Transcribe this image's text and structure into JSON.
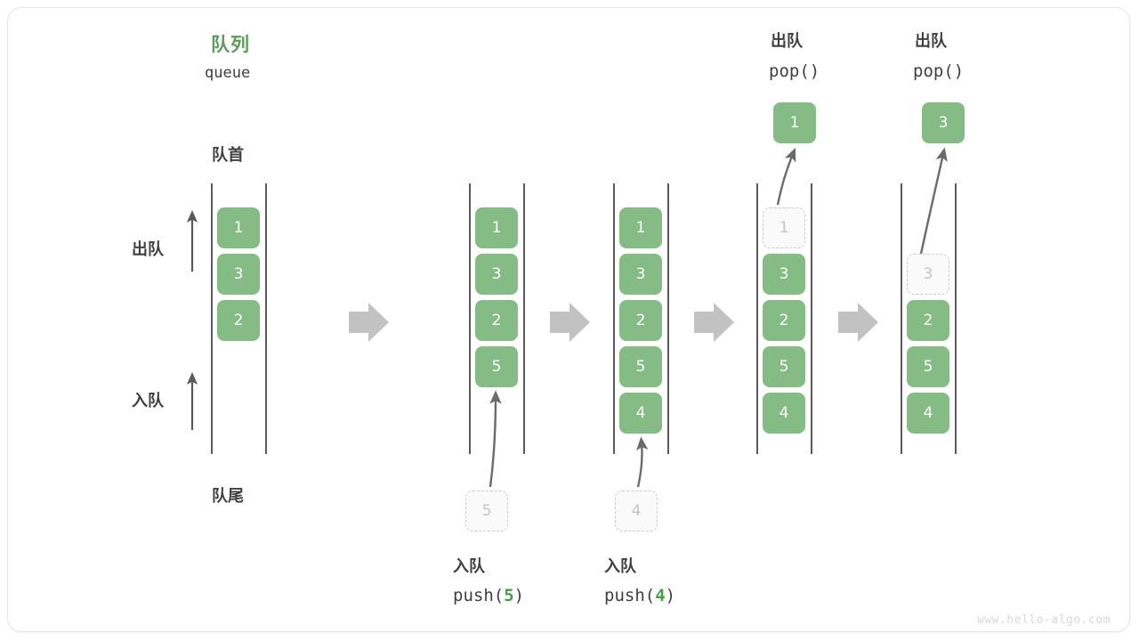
{
  "diagram": {
    "title_cjk": "队列",
    "title_en": "queue",
    "front_label": "队首",
    "rear_label": "队尾",
    "dequeue_label": "出队",
    "enqueue_label": "入队",
    "watermark": "www.hello-algo.com",
    "accent_green": "#85bb85",
    "title_green": "#5a9e5a",
    "ghost_gray": "#c4c4c4",
    "rail_gray": "#5a5a5a",
    "arrow_gray": "#c2c2c2"
  },
  "steps": [
    {
      "id": "initial",
      "cells": [
        "1",
        "3",
        "2"
      ],
      "ghost_index": -1,
      "caption_cjk": "",
      "caption_code": "",
      "op_cjk": "",
      "op_code": "",
      "input_value": "",
      "output_value": ""
    },
    {
      "id": "push-5",
      "cells": [
        "1",
        "3",
        "2",
        "5"
      ],
      "ghost_index": -1,
      "caption_cjk": "入队",
      "caption_code_prefix": "push(",
      "caption_code_value": "5",
      "caption_code_suffix": ")",
      "input_value": "5",
      "output_value": ""
    },
    {
      "id": "push-4",
      "cells": [
        "1",
        "3",
        "2",
        "5",
        "4"
      ],
      "ghost_index": -1,
      "caption_cjk": "入队",
      "caption_code_prefix": "push(",
      "caption_code_value": "4",
      "caption_code_suffix": ")",
      "input_value": "4",
      "output_value": ""
    },
    {
      "id": "pop-1",
      "cells": [
        "1",
        "3",
        "2",
        "5",
        "4"
      ],
      "ghost_index": 0,
      "op_cjk": "出队",
      "op_code": "pop()",
      "output_value": "1"
    },
    {
      "id": "pop-3",
      "cells": [
        "3",
        "2",
        "5",
        "4"
      ],
      "ghost_index": 0,
      "op_cjk": "出队",
      "op_code": "pop()",
      "output_value": "3"
    }
  ]
}
